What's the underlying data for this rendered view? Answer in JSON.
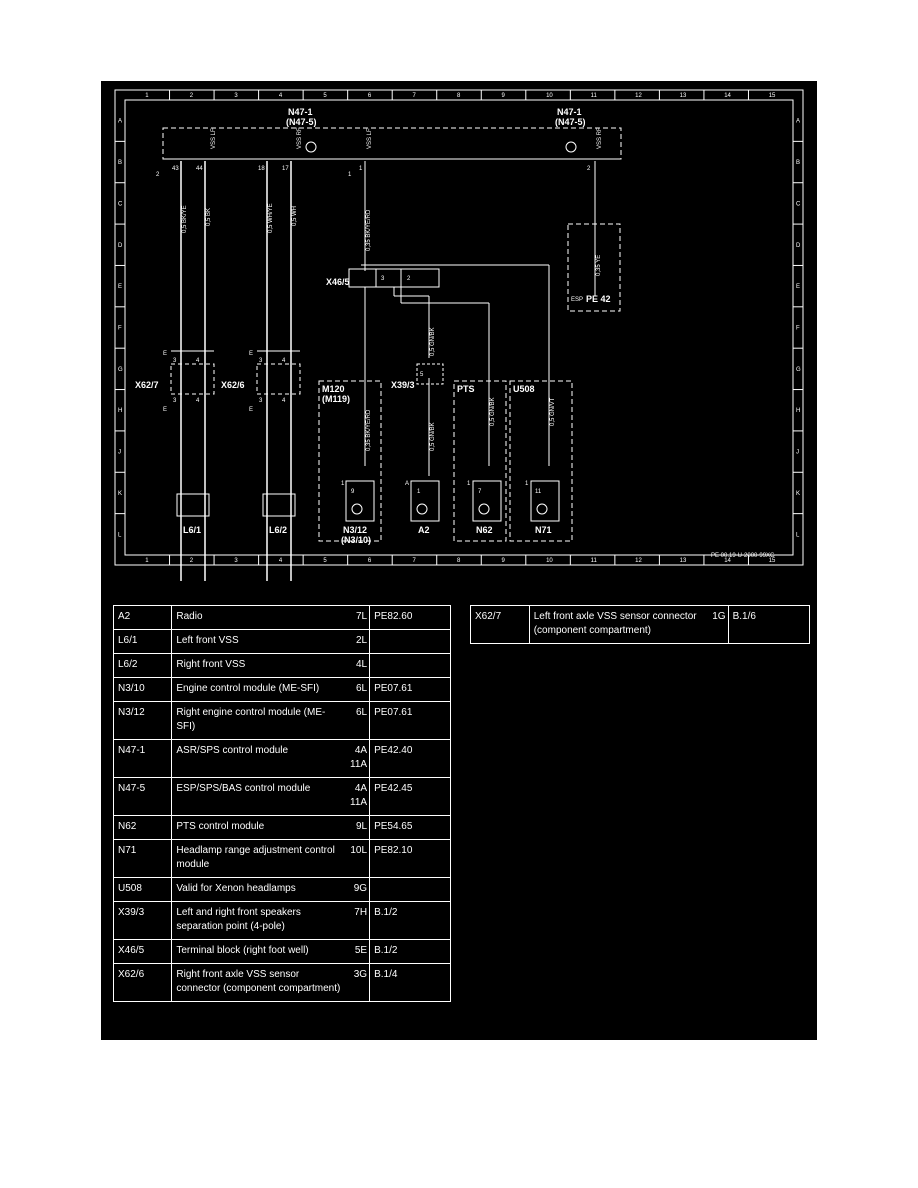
{
  "diagram": {
    "col_labels": [
      "1",
      "2",
      "3",
      "4",
      "5",
      "6",
      "7",
      "8",
      "9",
      "10",
      "11",
      "12",
      "13",
      "14",
      "15"
    ],
    "row_labels": [
      "A",
      "B",
      "C",
      "D",
      "E",
      "F",
      "G",
      "H",
      "J",
      "K",
      "L"
    ],
    "ref_code": "PE 00.19-U-2000-99XG",
    "esp_label": "ESP",
    "modules": {
      "n47_left": {
        "line1": "N47-1",
        "line2": "(N47-5)"
      },
      "n47_right": {
        "line1": "N47-1",
        "line2": "(N47-5)"
      },
      "pe42": "PE 42"
    },
    "module_pins": {
      "p43": "43",
      "p44": "44",
      "p18": "18",
      "p17": "17",
      "p1": "1",
      "p2": "2",
      "vss_lf_a": "VSS LF",
      "vss_rf_a": "VSS RF",
      "vss_lf_b": "VSS LF",
      "vss_rf_b": "VSS RF",
      "conn2": "2",
      "conn1": "1"
    },
    "wires": {
      "w1": "0,5 BK/YE",
      "w2": "0,5 BK",
      "w3": "0,5 WH/YE",
      "w4": "0,5 WH",
      "w5": "0,35 BK/YE/RD",
      "w6": "0,35 YE",
      "w7": "0,5 GN/BK",
      "w8": "0,35 BK/YE/RD",
      "w9": "0,5 GN/BK",
      "w10": "0,5 GN/BK",
      "w11": "0,5 GN/VT"
    },
    "connectors": {
      "x46": "X46/5",
      "x46_p3": "3",
      "x46_p2": "2",
      "x62_7": "X62/7",
      "x62_6": "X62/6",
      "x39": "X39/3",
      "x39_p5": "5",
      "p3a": "3",
      "p4a": "4",
      "p3b": "3",
      "p4b": "4",
      "p3c": "3",
      "p4c": "4",
      "p3d": "3",
      "p4d": "4",
      "e1": "E",
      "e2": "E",
      "e3": "E",
      "e4": "E"
    },
    "boxes": {
      "m120": "M120",
      "m119": "(M119)",
      "pts": "PTS",
      "u508": "U508"
    },
    "components": {
      "l61": "L6/1",
      "l62": "L6/2",
      "n312": "N3/12",
      "n310": "(N3/10)",
      "a2": "A2",
      "n62": "N62",
      "n71": "N71",
      "pin9": "9",
      "pin1": "1",
      "pin7": "7",
      "pin11": "11",
      "lbl1a": "1",
      "lblA": "A",
      "lbl1b": "1",
      "lbl1c": "1"
    }
  },
  "table_left": [
    {
      "code": "A2",
      "desc": "Radio",
      "loc": "7L",
      "ref": "PE82.60"
    },
    {
      "code": "L6/1",
      "desc": "Left front VSS",
      "loc": "2L",
      "ref": ""
    },
    {
      "code": "L6/2",
      "desc": "Right front VSS",
      "loc": "4L",
      "ref": ""
    },
    {
      "code": "N3/10",
      "desc": "Engine control module (ME-SFI)",
      "loc": "6L",
      "ref": "PE07.61"
    },
    {
      "code": "N3/12",
      "desc": "Right engine control module (ME-SFI)",
      "loc": "6L",
      "ref": "PE07.61"
    },
    {
      "code": "N47-1",
      "desc": "ASR/SPS control module",
      "loc": "4A 11A",
      "ref": "PE42.40"
    },
    {
      "code": "N47-5",
      "desc": "ESP/SPS/BAS control module",
      "loc": "4A 11A",
      "ref": "PE42.45"
    },
    {
      "code": "N62",
      "desc": "PTS control module",
      "loc": "9L",
      "ref": "PE54.65"
    },
    {
      "code": "N71",
      "desc": "Headlamp range adjustment control module",
      "loc": "10L",
      "ref": "PE82.10"
    },
    {
      "code": "U508",
      "desc": "Valid for Xenon headlamps",
      "loc": "9G",
      "ref": ""
    },
    {
      "code": "X39/3",
      "desc": "Left and right front speakers separation point (4-pole)",
      "loc": "7H",
      "ref": "B.1/2"
    },
    {
      "code": "X46/5",
      "desc": "Terminal block (right foot well)",
      "loc": "5E",
      "ref": "B.1/2"
    },
    {
      "code": "X62/6",
      "desc": "Right front axle VSS sensor connector (component compartment)",
      "loc": "3G",
      "ref": "B.1/4"
    }
  ],
  "table_right": [
    {
      "code": "X62/7",
      "desc": "Left front axle VSS sensor connector (component compartment)",
      "loc": "1G",
      "ref": "B.1/6"
    }
  ]
}
